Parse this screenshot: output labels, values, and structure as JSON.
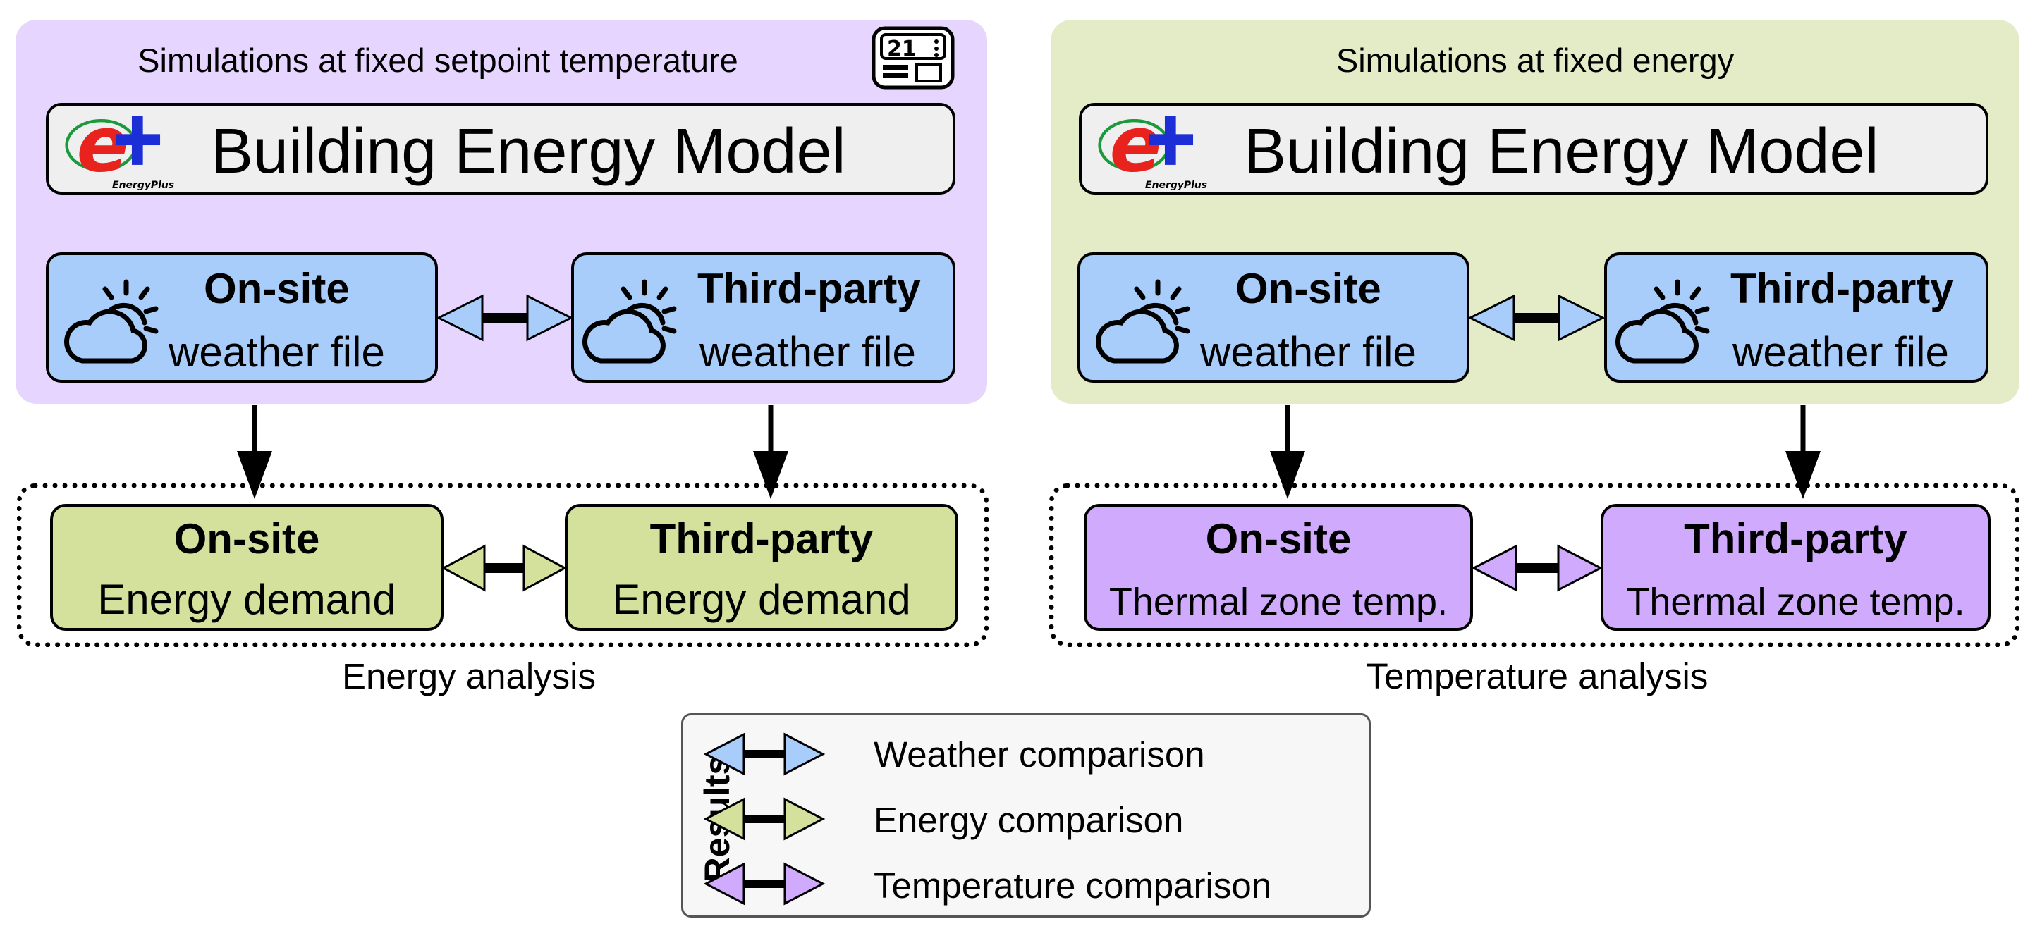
{
  "simulations": {
    "left": {
      "title": "Simulations at fixed setpoint temperature",
      "model_title": "Building Energy Model",
      "logo_text": "EnergyPlus",
      "thermostat_reading": "21",
      "onsite": {
        "title": "On-site",
        "subtitle": "weather file"
      },
      "thirdparty": {
        "title": "Third-party",
        "subtitle": "weather file"
      }
    },
    "right": {
      "title": "Simulations at fixed energy",
      "model_title": "Building Energy Model",
      "logo_text": "EnergyPlus",
      "onsite": {
        "title": "On-site",
        "subtitle": "weather file"
      },
      "thirdparty": {
        "title": "Third-party",
        "subtitle": "weather file"
      }
    }
  },
  "analysis": {
    "energy": {
      "label": "Energy analysis",
      "onsite": {
        "title": "On-site",
        "subtitle": "Energy demand"
      },
      "thirdparty": {
        "title": "Third-party",
        "subtitle": "Energy demand"
      }
    },
    "temperature": {
      "label": "Temperature analysis",
      "onsite": {
        "title": "On-site",
        "subtitle": "Thermal zone temp."
      },
      "thirdparty": {
        "title": "Third-party",
        "subtitle": "Thermal zone temp."
      }
    }
  },
  "legend": {
    "title": "Results",
    "items": [
      {
        "label": "Weather comparison",
        "color": "#a9cdfb"
      },
      {
        "label": "Energy comparison",
        "color": "#d3e19d"
      },
      {
        "label": "Temperature comparison",
        "color": "#cfaafd"
      }
    ]
  },
  "colors": {
    "weather_box": "#a9cdfb",
    "energy_box": "#d3e19d",
    "temperature_box": "#cfaafd",
    "left_panel": "#e6d6ff",
    "right_panel": "#e4ecc7",
    "model_box": "#efefef",
    "logo_red": "#e8231e",
    "logo_blue": "#1c2fd6",
    "logo_green": "#1a9a3a"
  }
}
